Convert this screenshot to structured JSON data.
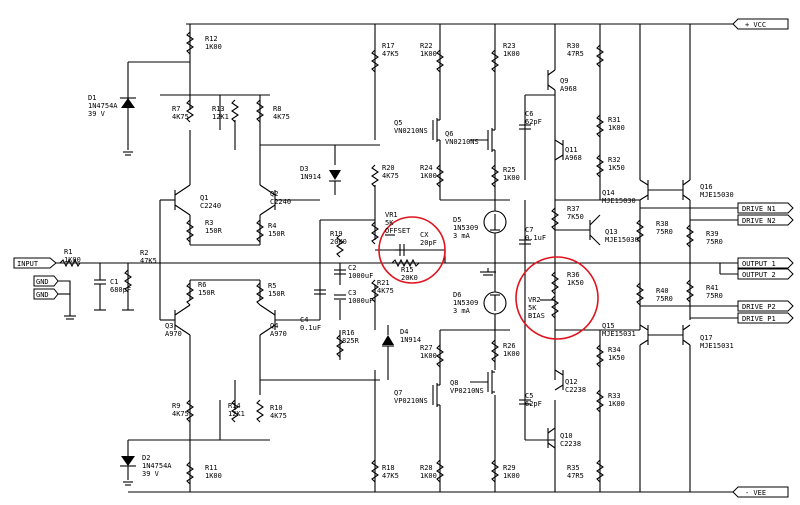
{
  "rails": {
    "vcc": "+ VCC",
    "vee": "- VEE"
  },
  "ports": {
    "input": "INPUT",
    "gnd1": "GND",
    "gnd2": "GND",
    "drive_n1": "DRIVE N1",
    "drive_n2": "DRIVE N2",
    "output1": "OUTPUT 1",
    "output2": "OUTPUT 2",
    "drive_p2": "DRIVE P2",
    "drive_p1": "DRIVE P1"
  },
  "components": {
    "R12": [
      "R12",
      "1K00"
    ],
    "D1": [
      "D1",
      "1N4754A",
      "39 V"
    ],
    "R7": [
      "R7",
      "4K75"
    ],
    "R13": [
      "R13",
      "12K1"
    ],
    "R8": [
      "R8",
      "4K75"
    ],
    "Q1": [
      "Q1",
      "C2240"
    ],
    "Q2": [
      "Q2",
      "C2240"
    ],
    "R3": [
      "R3",
      "150R"
    ],
    "R4": [
      "R4",
      "150R"
    ],
    "R1": [
      "R1",
      "1K00"
    ],
    "C1": [
      "C1",
      "680pF"
    ],
    "R2": [
      "R2",
      "47K5"
    ],
    "R6": [
      "R6",
      "150R"
    ],
    "R5": [
      "R5",
      "150R"
    ],
    "Q3": [
      "Q3",
      "A970"
    ],
    "Q4": [
      "Q4",
      "A970"
    ],
    "R9": [
      "R9",
      "4K75"
    ],
    "R14": [
      "R14",
      "12K1"
    ],
    "R10": [
      "R10",
      "4K75"
    ],
    "D2": [
      "D2",
      "1N4754A",
      "39 V"
    ],
    "R11": [
      "R11",
      "1K00"
    ],
    "R17": [
      "R17",
      "47K5"
    ],
    "R22": [
      "R22",
      "1K00"
    ],
    "Q5": [
      "Q5",
      "VN0210NS"
    ],
    "Q6": [
      "Q6",
      "VN0210NS"
    ],
    "D3": [
      "D3",
      "1N914"
    ],
    "R20": [
      "R20",
      "4K75"
    ],
    "R24": [
      "R24",
      "1K00"
    ],
    "VR1": [
      "VR1",
      "5K",
      "OFFSET"
    ],
    "CX": [
      "CX",
      "20pF"
    ],
    "R15": [
      "R15",
      "20K0"
    ],
    "R19": [
      "R19",
      "20K0"
    ],
    "C2": [
      "C2",
      "1000uF"
    ],
    "C3": [
      "C3",
      "1000uF"
    ],
    "C4": [
      "C4",
      "0.1uF"
    ],
    "R21": [
      "R21",
      "4K75"
    ],
    "R16": [
      "R16",
      "825R"
    ],
    "D4": [
      "D4",
      "1N914"
    ],
    "R27": [
      "R27",
      "1K00"
    ],
    "Q7": [
      "Q7",
      "VP0210NS"
    ],
    "Q8": [
      "Q8",
      "VP0210NS"
    ],
    "R18": [
      "R18",
      "47K5"
    ],
    "R28": [
      "R28",
      "1K00"
    ],
    "R23": [
      "R23",
      "1K00"
    ],
    "R25": [
      "R25",
      "1K00"
    ],
    "D5": [
      "D5",
      "1N5309",
      "3 mA"
    ],
    "D6": [
      "D6",
      "1N5309",
      "3 mA"
    ],
    "R26": [
      "R26",
      "1K00"
    ],
    "R29": [
      "R29",
      "1K00"
    ],
    "R30": [
      "R30",
      "47R5"
    ],
    "Q9": [
      "Q9",
      "A968"
    ],
    "C6": [
      "C6",
      "62pF"
    ],
    "R31": [
      "R31",
      "1K00"
    ],
    "Q11": [
      "Q11",
      "A968"
    ],
    "R32": [
      "R32",
      "1K50"
    ],
    "R37": [
      "R37",
      "7K50"
    ],
    "C7": [
      "C7",
      "0.1uF"
    ],
    "Q13": [
      "Q13",
      "MJE15030"
    ],
    "R36": [
      "R36",
      "1K50"
    ],
    "VR2": [
      "VR2",
      "5K",
      "BIAS"
    ],
    "R34": [
      "R34",
      "1K50"
    ],
    "Q12": [
      "Q12",
      "C2238"
    ],
    "R33": [
      "R33",
      "1K00"
    ],
    "C5": [
      "C5",
      "62pF"
    ],
    "Q10": [
      "Q10",
      "C2238"
    ],
    "R35": [
      "R35",
      "47R5"
    ],
    "Q14": [
      "Q14",
      "MJE15030"
    ],
    "Q16": [
      "Q16",
      "MJE15030"
    ],
    "R38": [
      "R38",
      "75R0"
    ],
    "R39": [
      "R39",
      "75R0"
    ],
    "R40": [
      "R40",
      "75R0"
    ],
    "R41": [
      "R41",
      "75R0"
    ],
    "Q15": [
      "Q15",
      "MJE15031"
    ],
    "Q17": [
      "Q17",
      "MJE15031"
    ]
  }
}
